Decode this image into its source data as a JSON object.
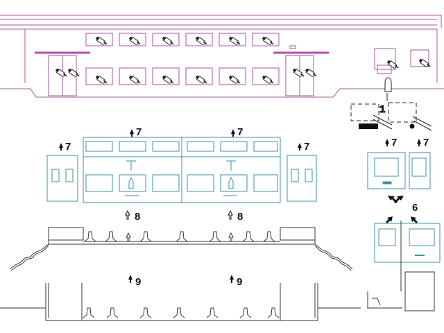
{
  "colors": {
    "car_outline": "#b04fa6",
    "car_body": "#9b5a9e",
    "section": "#3f8fa4",
    "station": "#333333",
    "hand": "#222222",
    "label": "#111111"
  },
  "icons": {
    "hand": "pointing-hand-icon",
    "arrow": "arrow-icon",
    "door": "door-icon",
    "stairs": "stairs-icon",
    "seat": "seat-icon"
  },
  "labels": {
    "step1": "1",
    "step6": "6",
    "step7_left": "7",
    "step7_center_left": "7",
    "step7_center_right": "7",
    "step7_right": "7",
    "step7_small_a": "7",
    "step7_small_b": "7",
    "step8_left": "8",
    "step8_right": "8",
    "step9_left": "9",
    "step9_right": "9"
  }
}
